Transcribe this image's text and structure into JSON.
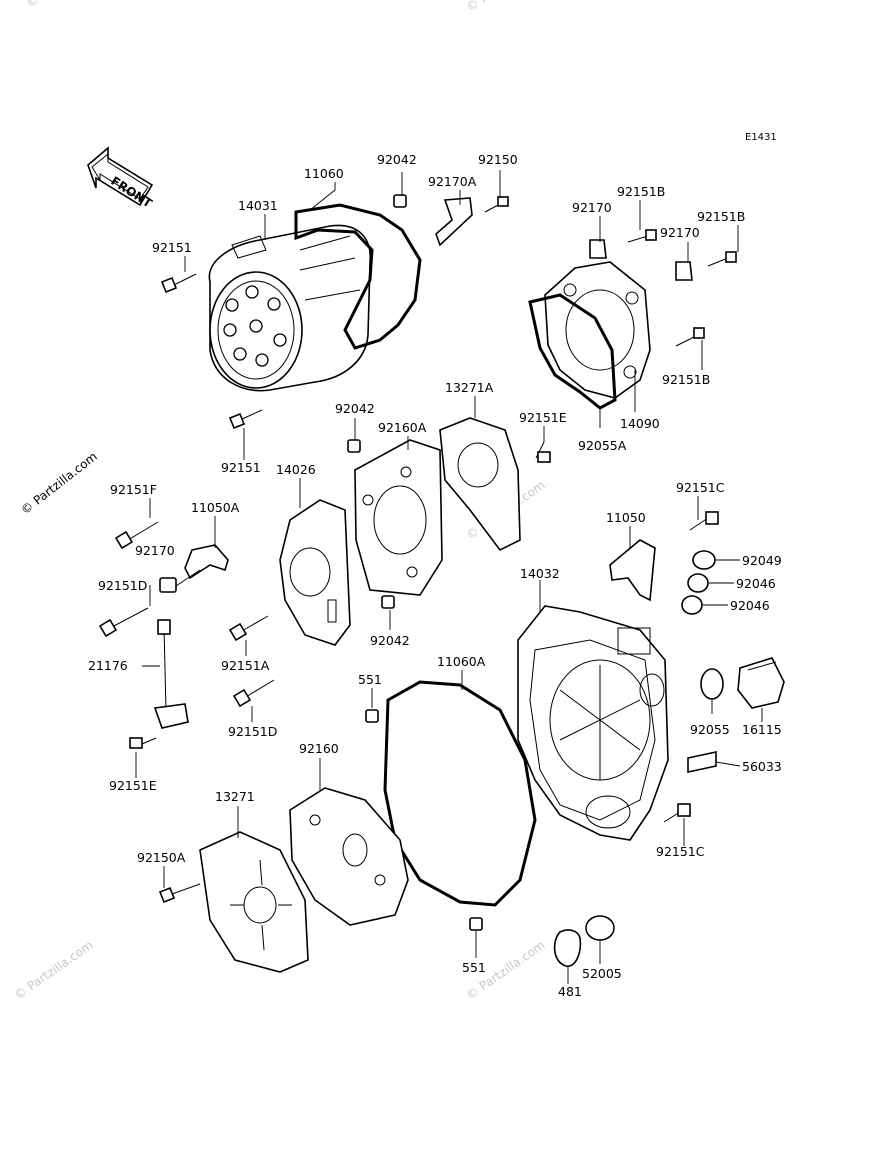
{
  "diagram_code": "E1431",
  "front_label": "FRONT",
  "watermark_main": "© Partzilla.com",
  "watermark_faint": "© Partzilla.com",
  "parts": [
    {
      "id": "p11060",
      "label": "11060"
    },
    {
      "id": "p92042a",
      "label": "92042"
    },
    {
      "id": "p92150",
      "label": "92150"
    },
    {
      "id": "p92170a",
      "label": "92170A"
    },
    {
      "id": "p14031",
      "label": "14031"
    },
    {
      "id": "p92151",
      "label": "92151"
    },
    {
      "id": "p92151b1",
      "label": "92151B"
    },
    {
      "id": "p92170b",
      "label": "92170"
    },
    {
      "id": "p92151b2",
      "label": "92151B"
    },
    {
      "id": "p92170c",
      "label": "92170"
    },
    {
      "id": "p92151b3",
      "label": "92151B"
    },
    {
      "id": "p14090",
      "label": "14090"
    },
    {
      "id": "p92055a",
      "label": "92055A"
    },
    {
      "id": "p13271a",
      "label": "13271A"
    },
    {
      "id": "p92151e1",
      "label": "92151E"
    },
    {
      "id": "p92151x",
      "label": "92151"
    },
    {
      "id": "p92042b",
      "label": "92042"
    },
    {
      "id": "p92160a",
      "label": "92160A"
    },
    {
      "id": "p14026",
      "label": "14026"
    },
    {
      "id": "p92151f",
      "label": "92151F"
    },
    {
      "id": "p11050a",
      "label": "11050A"
    },
    {
      "id": "p92170d",
      "label": "92170"
    },
    {
      "id": "p92151c1",
      "label": "92151C"
    },
    {
      "id": "p11050",
      "label": "11050"
    },
    {
      "id": "p92049",
      "label": "92049"
    },
    {
      "id": "p92046a",
      "label": "92046"
    },
    {
      "id": "p92046b",
      "label": "92046"
    },
    {
      "id": "p14032",
      "label": "14032"
    },
    {
      "id": "p92151d1",
      "label": "92151D"
    },
    {
      "id": "p92151a",
      "label": "92151A"
    },
    {
      "id": "p92042c",
      "label": "92042"
    },
    {
      "id": "p21176",
      "label": "21176"
    },
    {
      "id": "p551a",
      "label": "551"
    },
    {
      "id": "p11060a",
      "label": "11060A"
    },
    {
      "id": "p92151d2",
      "label": "92151D"
    },
    {
      "id": "p92055",
      "label": "92055"
    },
    {
      "id": "p16115",
      "label": "16115"
    },
    {
      "id": "p92151e2",
      "label": "92151E"
    },
    {
      "id": "p56033",
      "label": "56033"
    },
    {
      "id": "p92160",
      "label": "92160"
    },
    {
      "id": "p13271",
      "label": "13271"
    },
    {
      "id": "p92151c2",
      "label": "92151C"
    },
    {
      "id": "p92150a",
      "label": "92150A"
    },
    {
      "id": "p551b",
      "label": "551"
    },
    {
      "id": "p52005",
      "label": "52005"
    },
    {
      "id": "p481",
      "label": "481"
    }
  ]
}
